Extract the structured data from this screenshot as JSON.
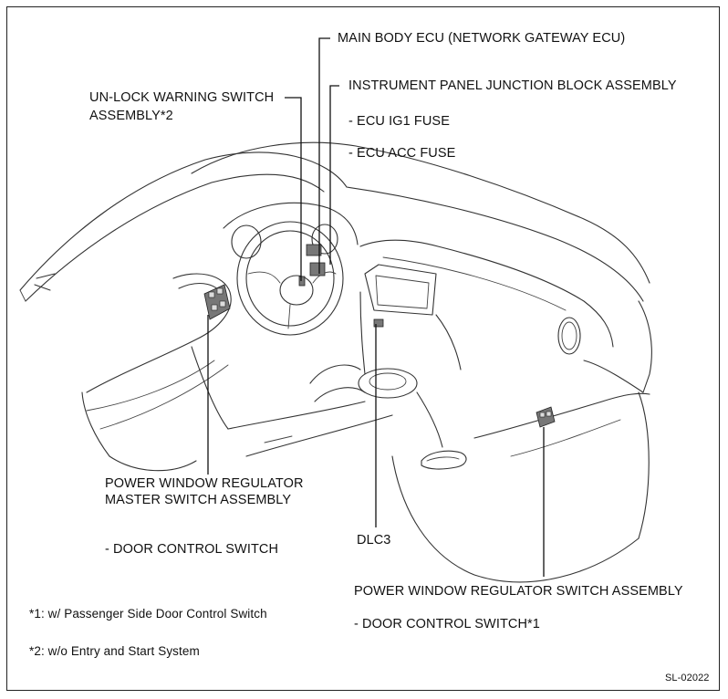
{
  "labels": {
    "main_body_ecu": "MAIN BODY ECU (NETWORK GATEWAY ECU)",
    "ip_junction_block": "INSTRUMENT PANEL JUNCTION BLOCK ASSEMBLY",
    "ecu_ig1_fuse": "- ECU IG1 FUSE",
    "ecu_acc_fuse": "- ECU ACC FUSE",
    "unlock_warning_line1": "UN-LOCK WARNING SWITCH",
    "unlock_warning_line2": "ASSEMBLY*2",
    "pw_master_line1": "POWER WINDOW REGULATOR",
    "pw_master_line2": "MASTER SWITCH ASSEMBLY",
    "door_control_switch": "- DOOR CONTROL SWITCH",
    "dlc3": "DLC3",
    "pw_switch_assembly": "POWER WINDOW REGULATOR SWITCH ASSEMBLY",
    "door_control_switch_1": "- DOOR CONTROL SWITCH*1"
  },
  "footnotes": {
    "note1": "*1: w/ Passenger Side Door Control Switch",
    "note2": "*2: w/o Entry and Start System"
  },
  "figure_code": "SL-02022"
}
